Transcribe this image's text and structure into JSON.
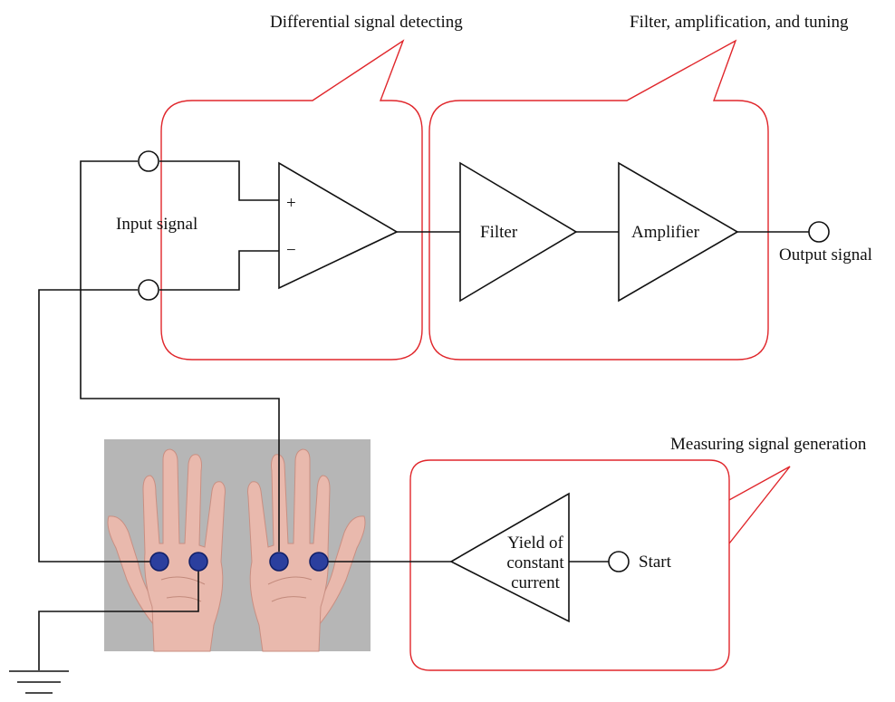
{
  "callouts": {
    "differential": "Differential signal detecting",
    "filter_amp": "Filter, amplification, and tuning",
    "measuring": "Measuring signal generation"
  },
  "blocks": {
    "plus": "+",
    "minus": "−",
    "filter": "Filter",
    "amplifier": "Amplifier",
    "current_source": [
      "Yield of",
      "constant",
      "current"
    ]
  },
  "labels": {
    "input": "Input signal",
    "output": "Output signal",
    "start": "Start"
  },
  "colors": {
    "callout_outline": "#e0262b",
    "electrode": "#2b3f9e",
    "photo_background": "#b6b6b6",
    "skin": "#e9b9ad"
  }
}
